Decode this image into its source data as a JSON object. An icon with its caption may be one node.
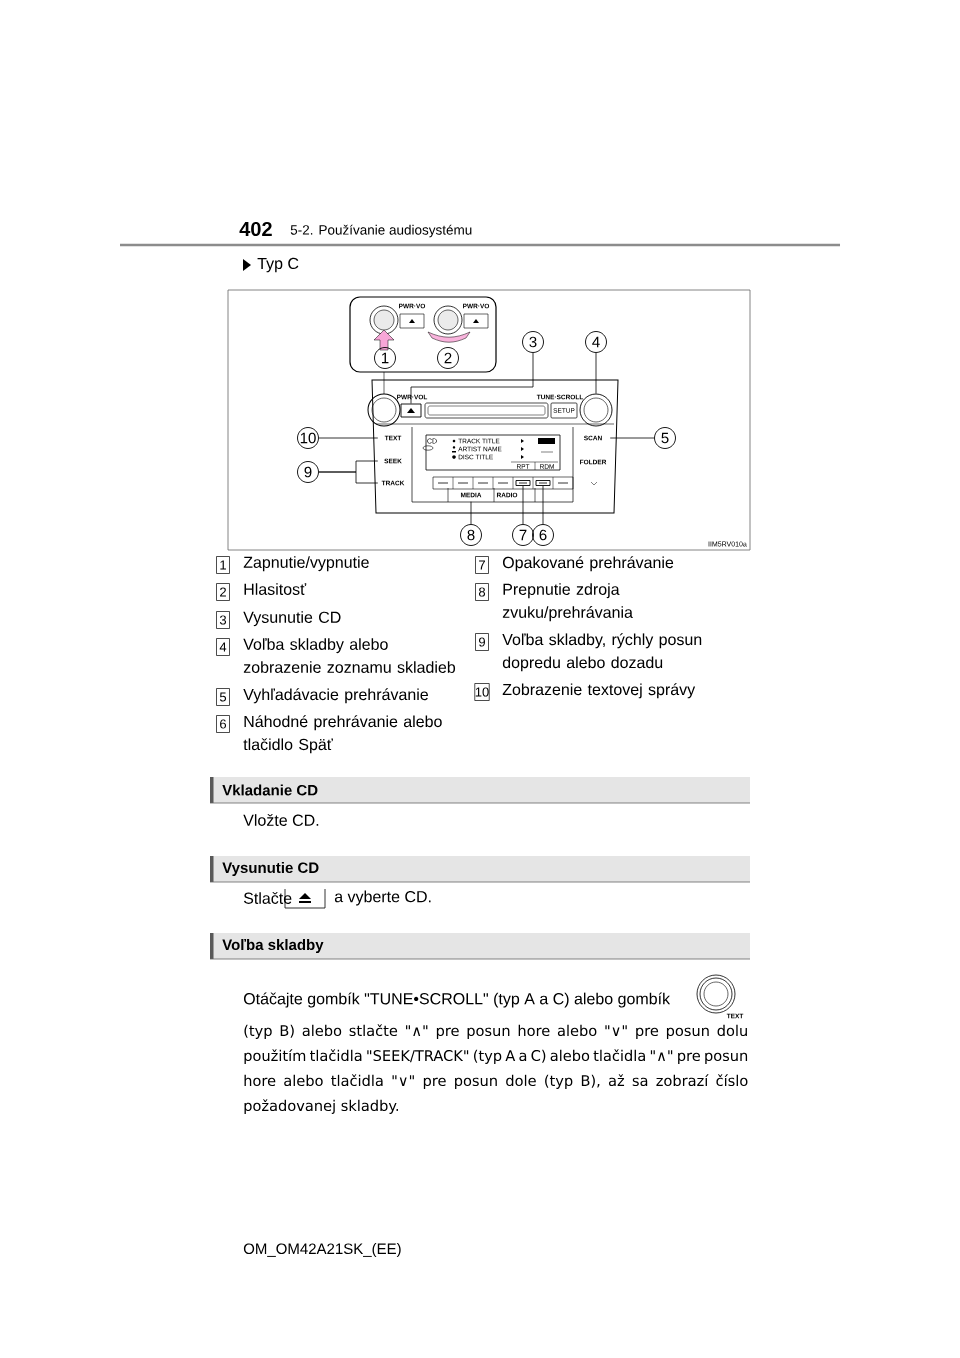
{
  "diagram": {
    "nodes": [
      {
        "text": [
          "1"
        ]
      },
      {
        "text": [
          "2"
        ]
      },
      {
        "text": [
          "3"
        ]
      },
      {
        "text": [
          "4"
        ]
      },
      {
        "text": [
          "10"
        ]
      },
      {
        "text": [
          "5"
        ]
      },
      {
        "text": [
          "9"
        ]
      },
      {
        "text": [
          "8"
        ]
      },
      {
        "text": [
          "7"
        ]
      },
      {
        "text": [
          "6"
        ]
      },
      {
        "text": [
          "1"
        ],
        "beside": [
          "Zapnutie/vypnutie"
        ]
      },
      {
        "text": [
          "2"
        ],
        "beside": [
          "Hlasitosť"
        ]
      },
      {
        "text": [
          "3"
        ],
        "beside": [
          "Vysunutie CD"
        ]
      },
      {
        "text": [
          "4"
        ],
        "beside": [
          "Voľba skladby alebo zobrazenie zoznamu skladieb"
        ]
      },
      {
        "text": [
          "5"
        ],
        "beside": [
          "Vyhľadávacie prehrávanie"
        ]
      },
      {
        "text": [
          "6"
        ],
        "beside": [
          "Náhodné prehrávanie alebo tlačidlo Späť"
        ]
      },
      {
        "text": [
          "7"
        ],
        "beside": [
          "Opakované prehrávanie"
        ]
      },
      {
        "text": [
          "8"
        ],
        "beside": [
          "Prepnutie zdroja zvuku/prehrávania"
        ]
      },
      {
        "text": [
          "9"
        ],
        "beside": [
          "Voľba skladby, rýchly posun dopredu alebo dozadu"
        ]
      },
      {
        "text": [
          "10"
        ],
        "beside": [
          "Zobrazenie textovej správy"
        ]
      },
      {
        "text": [
          "Vkladanie CD"
        ]
      },
      {
        "text": [
          "Vysunutie CD"
        ]
      },
      {
        "text": [
          "Voľba skladby"
        ]
      },
      {
        "text": [],
        "shape": "box"
      },
      {
        "text": [],
        "shape": "circle"
      },
      {
        "text": [
          "TEXT"
        ]
      },
      {
        "text": [
          "SCAN"
        ]
      },
      {
        "text": [
          "SEEK"
        ]
      },
      {
        "text": [
          "TRACK"
        ]
      },
      {
        "text": [
          "MEDIA"
        ]
      },
      {
        "text": [],
        "shape": "box"
      },
      {
        "text": [],
        "shape": "box"
      }
    ],
    "edges": [
      {
        "from": 2,
        "to": 23,
        "arrow": "none"
      },
      {
        "from": 3,
        "to": 24,
        "arrow": "none"
      },
      {
        "from": 4,
        "to": 25,
        "arrow": "none"
      },
      {
        "from": 5,
        "to": 26,
        "arrow": "none"
      },
      {
        "from": 6,
        "to": 27,
        "arrow": "none"
      },
      {
        "from": 6,
        "to": 28,
        "arrow": "none"
      },
      {
        "from": 7,
        "to": 29,
        "arrow": "none"
      },
      {
        "from": 8,
        "to": 30,
        "arrow": "none"
      },
      {
        "from": 9,
        "to": 31,
        "arrow": "none"
      }
    ],
    "labels": [
      "402",
      "5-2. Používanie audiosystému",
      "Typ C",
      "PWR·VO",
      "PWR·VO",
      "PWR·VOL",
      "TUNE·SCROLL",
      "SETUP",
      "CD",
      "TRACK TITLE",
      "ARTIST NAME",
      "DISC TITLE",
      "FOLDER",
      "RPT",
      "RDM",
      "RADIO",
      "IIM5RV010a",
      "Vložte CD.",
      "Stlačte",
      "a vyberte CD.",
      "Otáčajte gombík \"TUNE•SCROLL\" (typ A a C) alebo gombík",
      "TEXT",
      "(typ B) alebo stlačte \"∧\" pre posun hore alebo \"∨\" pre posun dolu použitím tlačidla \"SEEK/TRACK\" (typ A a C) alebo tlačidla \"∧\" pre posun hore alebo tlačidla \"∨\" pre posun dole (typ B), až sa zobrazí číslo požadovanej skladby.",
      "OM_OM42A21SK_(EE)"
    ]
  }
}
